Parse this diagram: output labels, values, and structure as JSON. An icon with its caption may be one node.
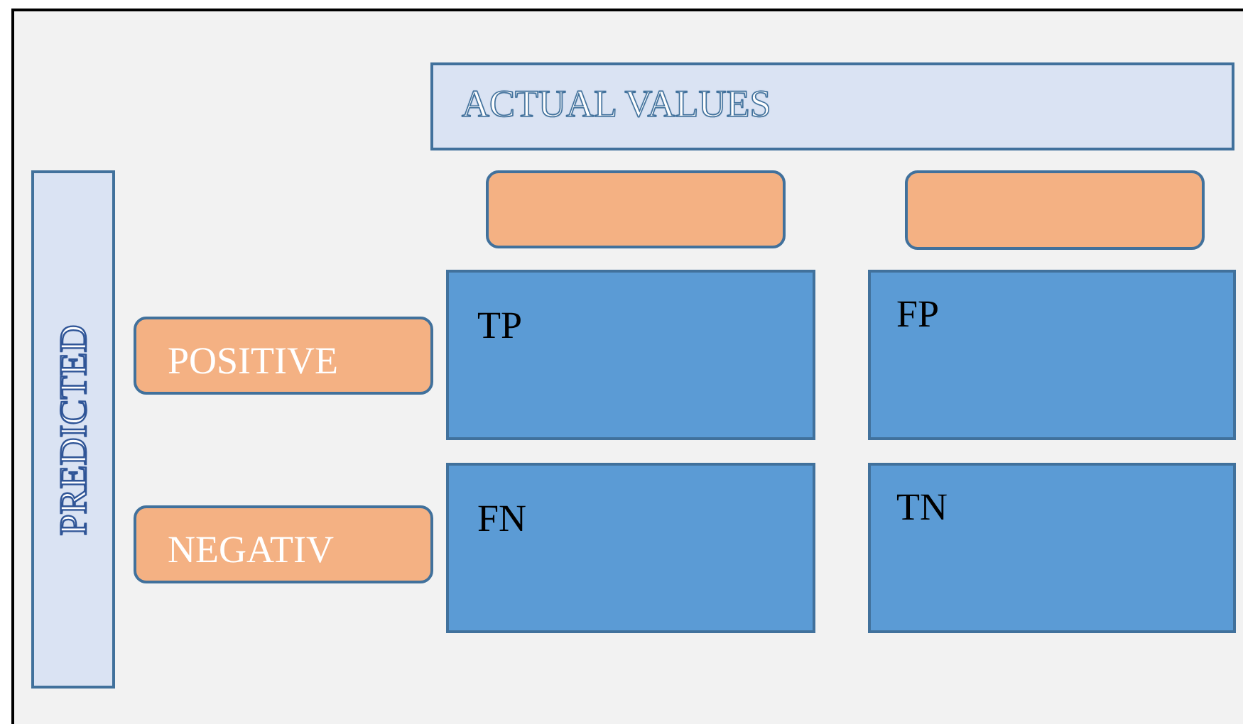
{
  "diagram": {
    "nodes": [
      {
        "text": [
          "ACTUAL VALUES"
        ]
      },
      {
        "text": [],
        "shape": "box"
      },
      {
        "text": [],
        "shape": "box"
      },
      {
        "text": [
          "PREDICTED"
        ]
      },
      {
        "text": [
          "POSITIVE"
        ]
      },
      {
        "text": [
          "TP"
        ]
      },
      {
        "text": [
          "FP"
        ]
      },
      {
        "text": [
          "NEGATIV"
        ]
      },
      {
        "text": [
          "FN"
        ]
      },
      {
        "text": [
          "TN"
        ]
      }
    ]
  }
}
